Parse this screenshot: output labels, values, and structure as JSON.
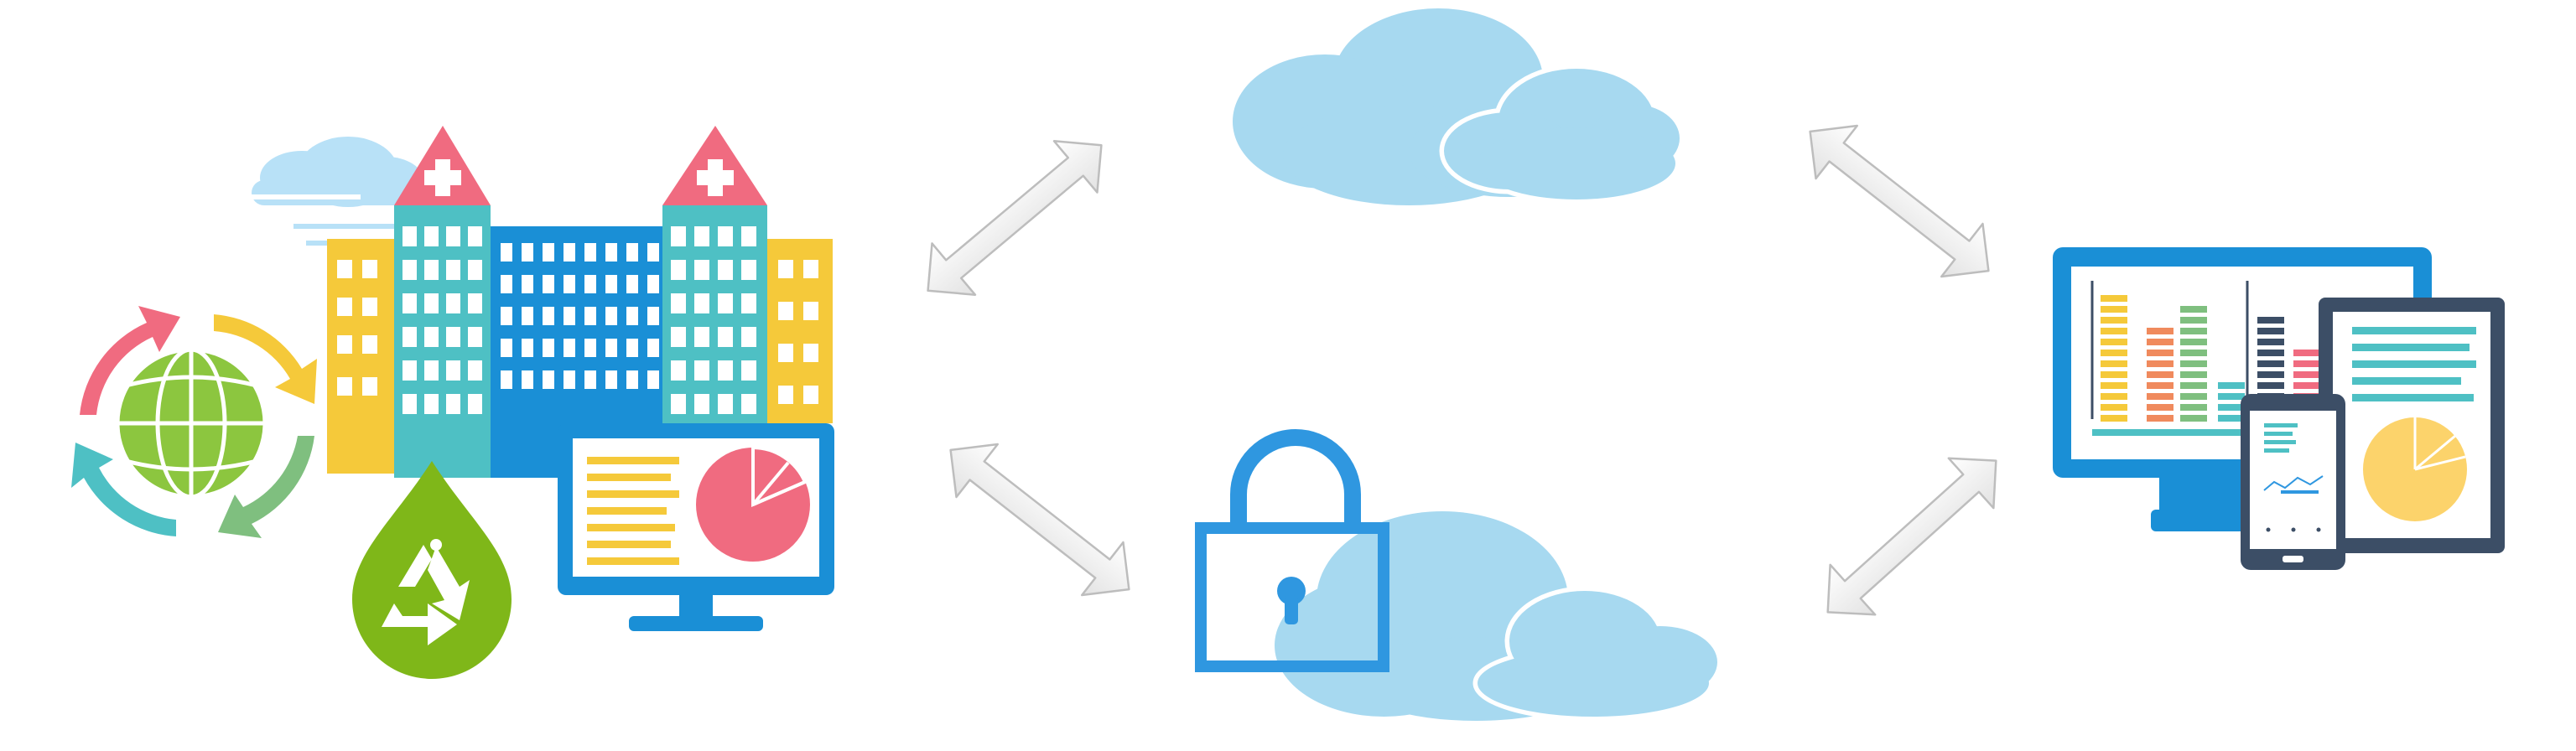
{
  "diagram": {
    "nodes": [
      {
        "id": "hospital",
        "icon": "hospital-building-icon"
      },
      {
        "id": "environment",
        "icon": "globe-cycle-icon"
      },
      {
        "id": "recycle",
        "icon": "recycle-drop-icon"
      },
      {
        "id": "monitor-left",
        "icon": "dashboard-monitor-icon"
      },
      {
        "id": "cloud-top",
        "icon": "cloud-icon"
      },
      {
        "id": "secure-cloud",
        "icon": "lock-cloud-icon"
      },
      {
        "id": "devices",
        "icon": "multi-device-dashboard-icon"
      }
    ],
    "edges": [
      {
        "from": "hospital",
        "to": "cloud-top",
        "type": "bidirectional"
      },
      {
        "from": "hospital",
        "to": "secure-cloud",
        "type": "bidirectional"
      },
      {
        "from": "cloud-top",
        "to": "devices",
        "type": "bidirectional"
      },
      {
        "from": "secure-cloud",
        "to": "devices",
        "type": "bidirectional"
      }
    ]
  },
  "colors": {
    "blue": "#1a8fd6",
    "teal": "#4ec0c4",
    "yellow": "#f5c93a",
    "pink": "#f06b80",
    "green": "#7fb719",
    "cloud": "#a7d9f0",
    "slate": "#3c4e66",
    "arrow": "#eeeeee"
  }
}
